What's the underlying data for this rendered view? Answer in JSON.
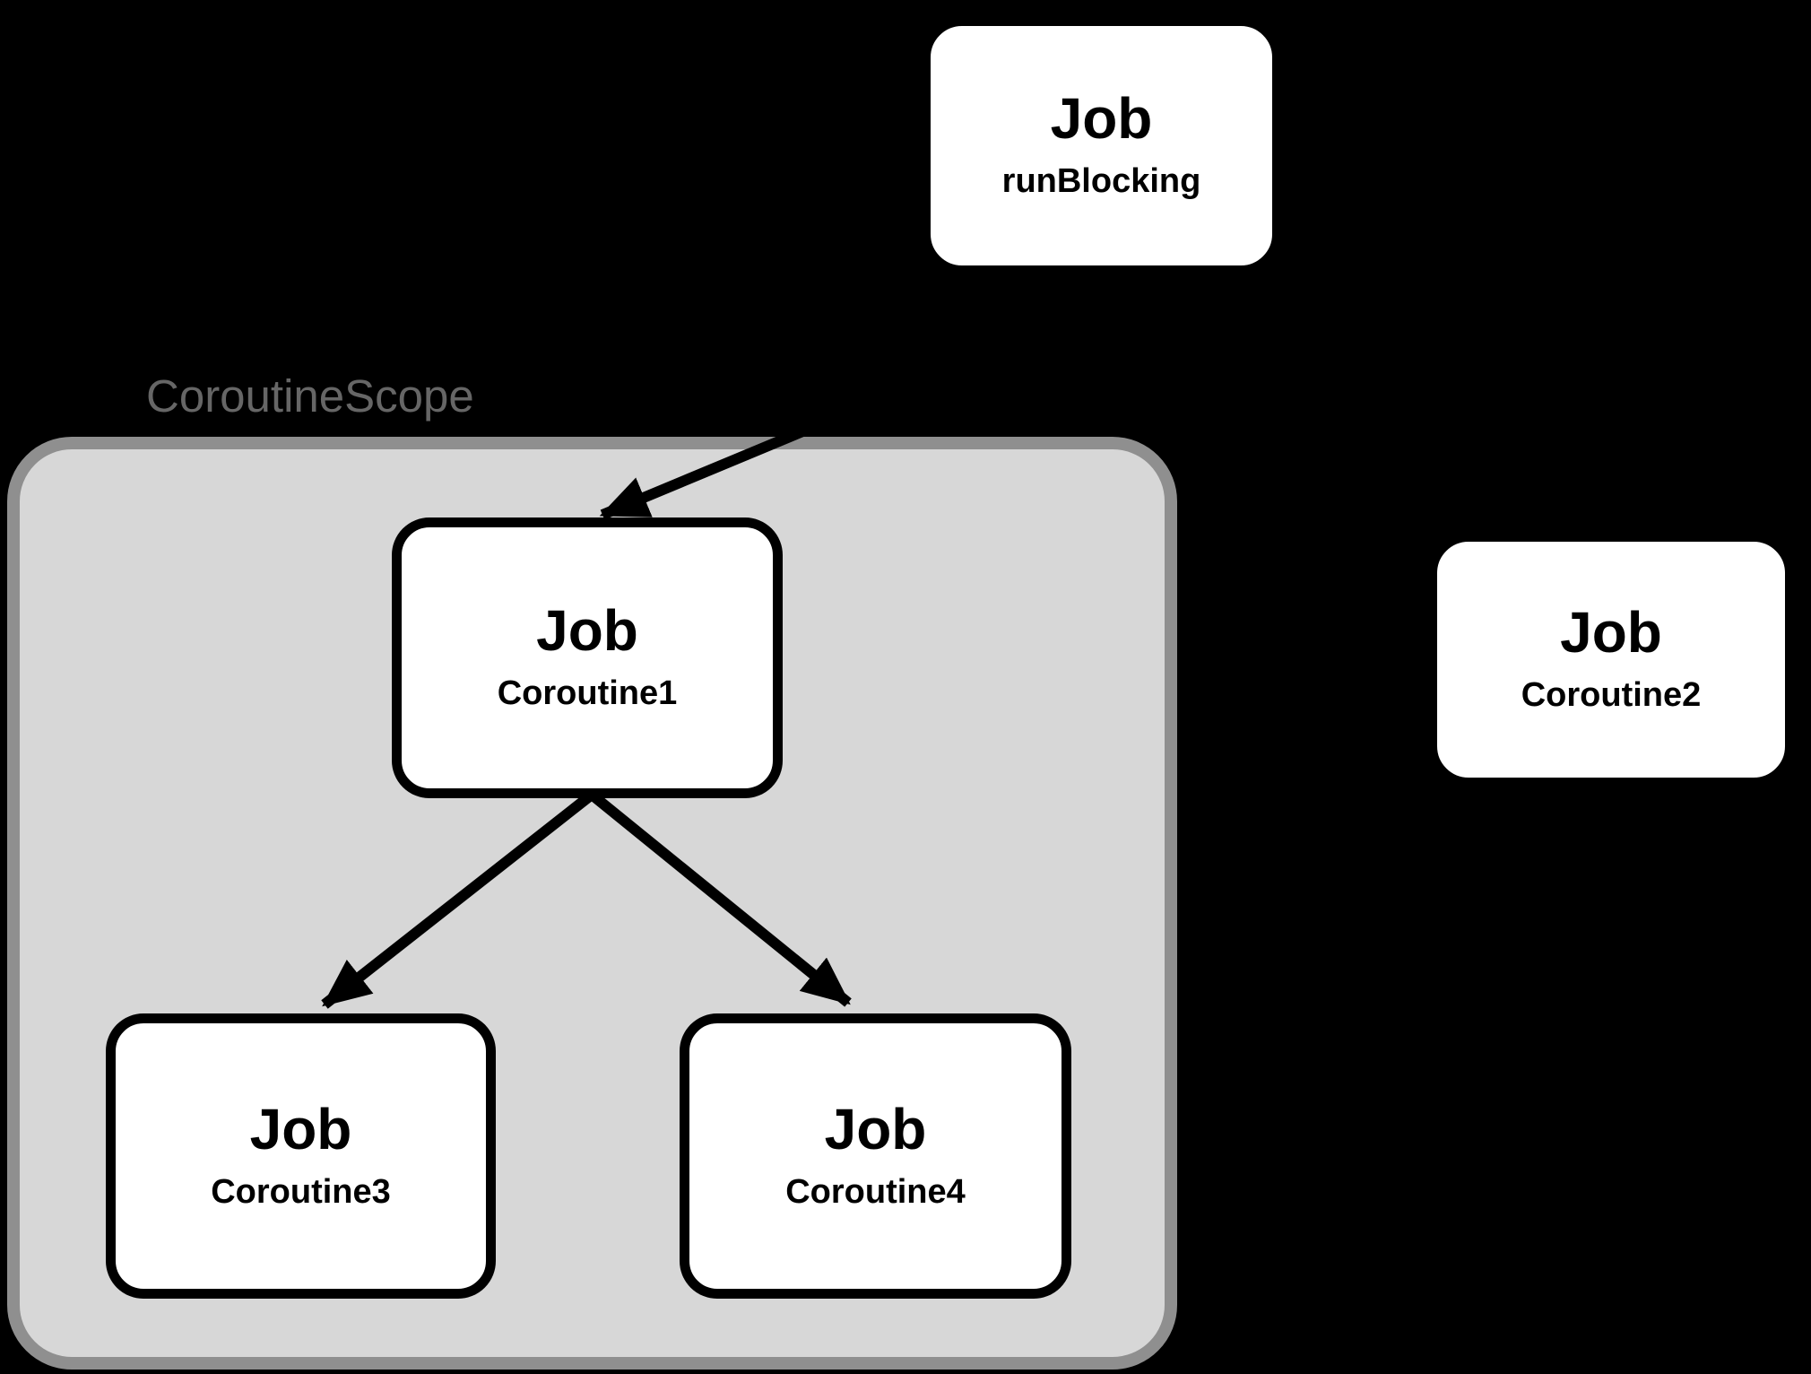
{
  "diagram": {
    "background_color": "#000000",
    "scope": {
      "label": "CoroutineScope",
      "label_color": "#666666",
      "fill_color": "#d7d7d7",
      "border_color": "#8f8f8f"
    },
    "nodes": [
      {
        "id": "runBlocking",
        "title": "Job",
        "subtitle": "runBlocking",
        "fill": "#ffffff",
        "inside_scope": false
      },
      {
        "id": "coroutine1",
        "title": "Job",
        "subtitle": "Coroutine1",
        "fill": "#ffffff",
        "inside_scope": true
      },
      {
        "id": "coroutine2",
        "title": "Job",
        "subtitle": "Coroutine2",
        "fill": "#ffffff",
        "inside_scope": false
      },
      {
        "id": "coroutine3",
        "title": "Job",
        "subtitle": "Coroutine3",
        "fill": "#ffffff",
        "inside_scope": true
      },
      {
        "id": "coroutine4",
        "title": "Job",
        "subtitle": "Coroutine4",
        "fill": "#ffffff",
        "inside_scope": true
      }
    ],
    "edges": [
      {
        "from": "runBlocking",
        "to": "coroutine1",
        "color": "#000000"
      },
      {
        "from": "coroutine1",
        "to": "coroutine3",
        "color": "#000000"
      },
      {
        "from": "coroutine1",
        "to": "coroutine4",
        "color": "#000000"
      }
    ]
  }
}
